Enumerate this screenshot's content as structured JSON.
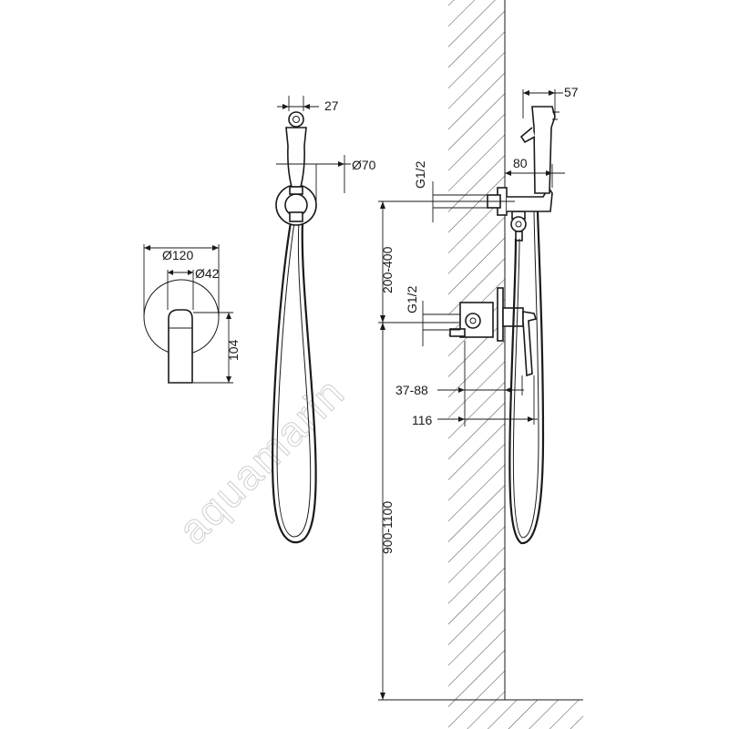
{
  "watermark": "aquamarin",
  "dimensions": {
    "front_hand_width": "27",
    "holder_diameter": "Ø70",
    "plate_diameter": "Ø120",
    "handle_diameter": "Ø42",
    "lever_height": "104",
    "side_hand_width": "57",
    "holder_offset": "80",
    "thread_top": "G1/2",
    "thread_bottom": "G1/2",
    "height_range_top": "200-400",
    "mixer_depth": "37-88",
    "mixer_projection": "116",
    "install_height": "900-1100"
  }
}
